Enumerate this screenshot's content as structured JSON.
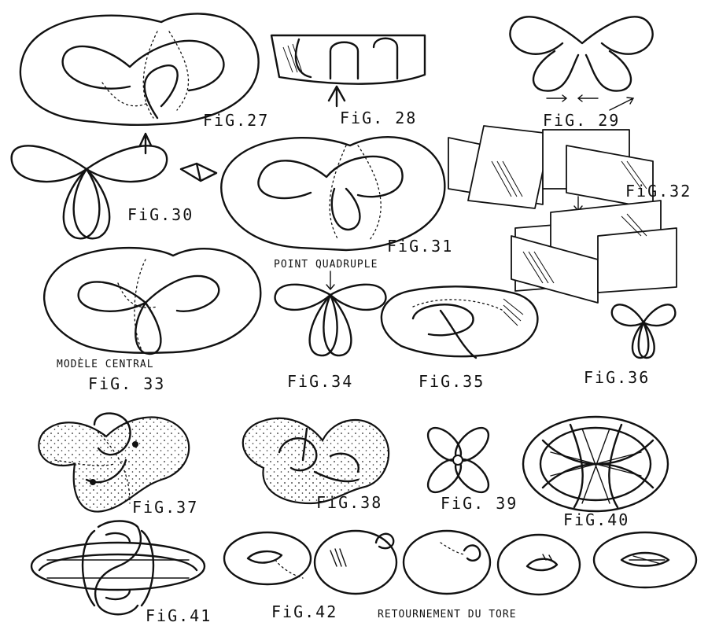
{
  "figures": {
    "fig27": "FiG.27",
    "fig28": "FiG. 28",
    "fig29": "FiG. 29",
    "fig30": "FiG.30",
    "fig31": "FiG.31",
    "fig32": "FiG.32",
    "fig33": "FiG. 33",
    "fig34": "FiG.34",
    "fig35": "FiG.35",
    "fig36": "FiG.36",
    "fig37": "FiG.37",
    "fig38": "FiG.38",
    "fig39": "FiG. 39",
    "fig40": "FiG.40",
    "fig41": "FiG.41",
    "fig42": "FiG.42"
  },
  "annotations": {
    "point_quadruple": "POINT QUADRUPLE",
    "modele_central": "MODÈLE CENTRAL",
    "retournement": "RETOURNEMENT DU TORE"
  }
}
